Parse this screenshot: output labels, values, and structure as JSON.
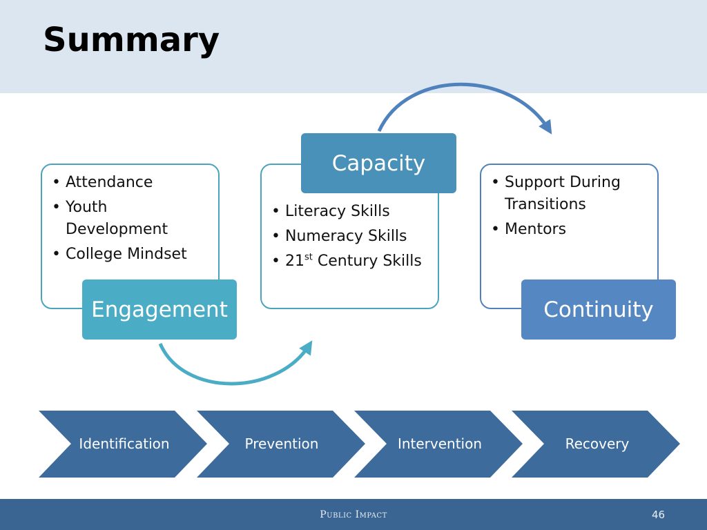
{
  "slide": {
    "title": "Summary"
  },
  "stages": {
    "engagement": {
      "label": "Engagement",
      "items": [
        "Attendance",
        "Youth Development",
        "College Mindset"
      ]
    },
    "capacity": {
      "label": "Capacity",
      "items": [
        "Literacy Skills",
        "Numeracy Skills"
      ],
      "item3_prefix": "21",
      "item3_sup": "st",
      "item3_suffix": " Century Skills"
    },
    "continuity": {
      "label": "Continuity",
      "items": [
        "Support During Transitions",
        "Mentors"
      ]
    }
  },
  "process": {
    "steps": [
      "Identification",
      "Prevention",
      "Intervention",
      "Recovery"
    ]
  },
  "footer": {
    "brand": "Public Impact",
    "page_number": "46"
  },
  "colors": {
    "title_band": "#dce6f1",
    "teal": "#4bacc6",
    "blue": "#4f81bd",
    "chevron": "#3d6b9c",
    "footer": "#3a6593"
  }
}
